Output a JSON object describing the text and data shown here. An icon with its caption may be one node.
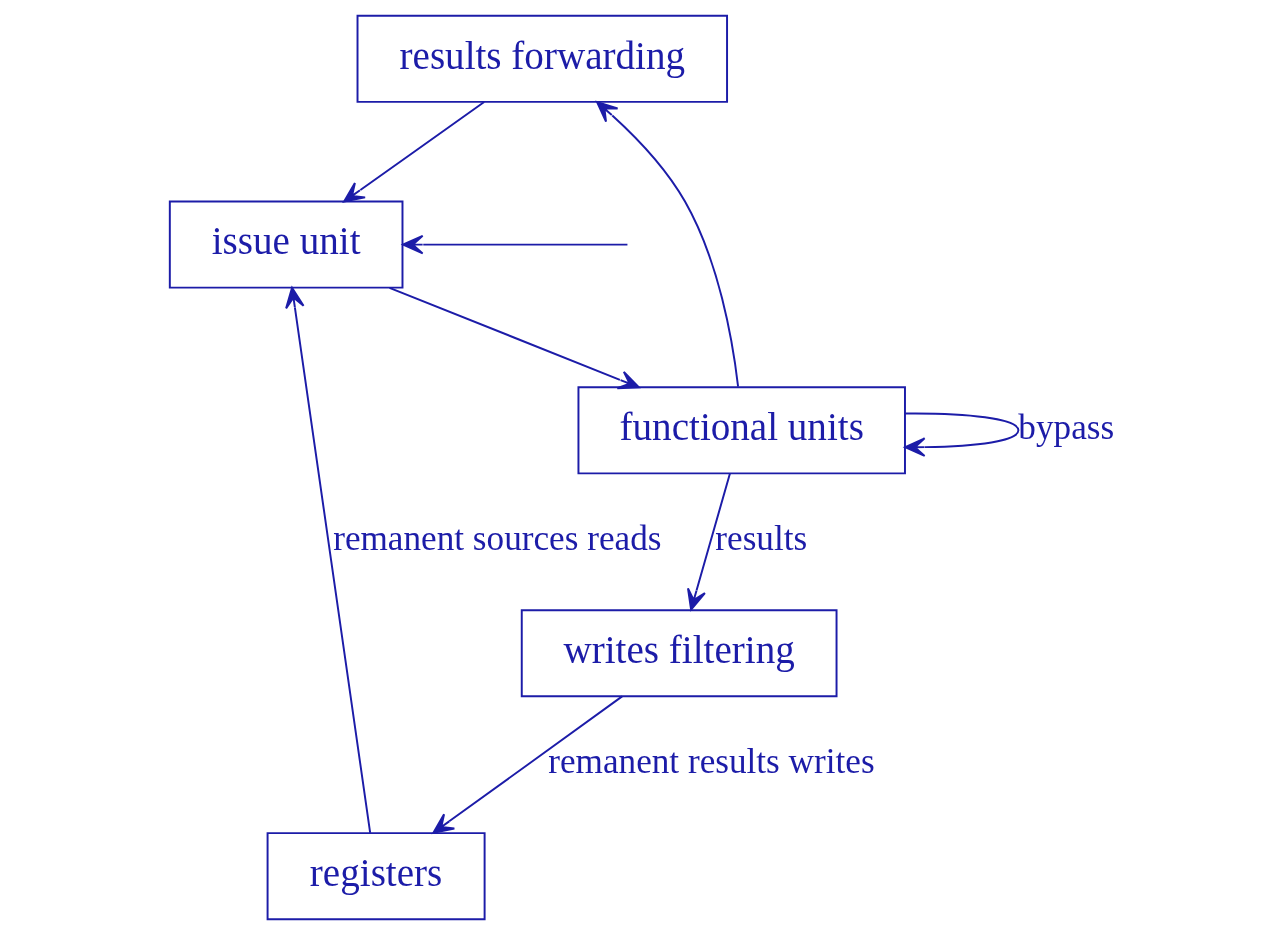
{
  "diagram": {
    "nodes": [
      {
        "text": [
          "results forwarding"
        ]
      },
      {
        "text": [
          "issue unit"
        ]
      },
      {
        "text": [
          "functional units"
        ]
      },
      {
        "text": [
          "registers"
        ]
      },
      {
        "text": [
          "writes filtering"
        ]
      }
    ],
    "edges": [
      {
        "from": null,
        "to": 1,
        "arrow": "to"
      },
      {
        "from": 0,
        "to": 1,
        "arrow": "to"
      },
      {
        "from": 1,
        "to": 2,
        "arrow": "to"
      },
      {
        "from": 2,
        "to": 0,
        "arrow": "to"
      },
      {
        "from": 2,
        "to": 2,
        "arrow": "to",
        "label": "bypass"
      },
      {
        "from": 2,
        "to": 4,
        "arrow": "to",
        "label": "results"
      },
      {
        "from": 4,
        "to": 3,
        "arrow": "to",
        "label": "remanent results writes"
      },
      {
        "from": 3,
        "to": 1,
        "arrow": "to",
        "label": "remanent sources reads"
      }
    ]
  }
}
